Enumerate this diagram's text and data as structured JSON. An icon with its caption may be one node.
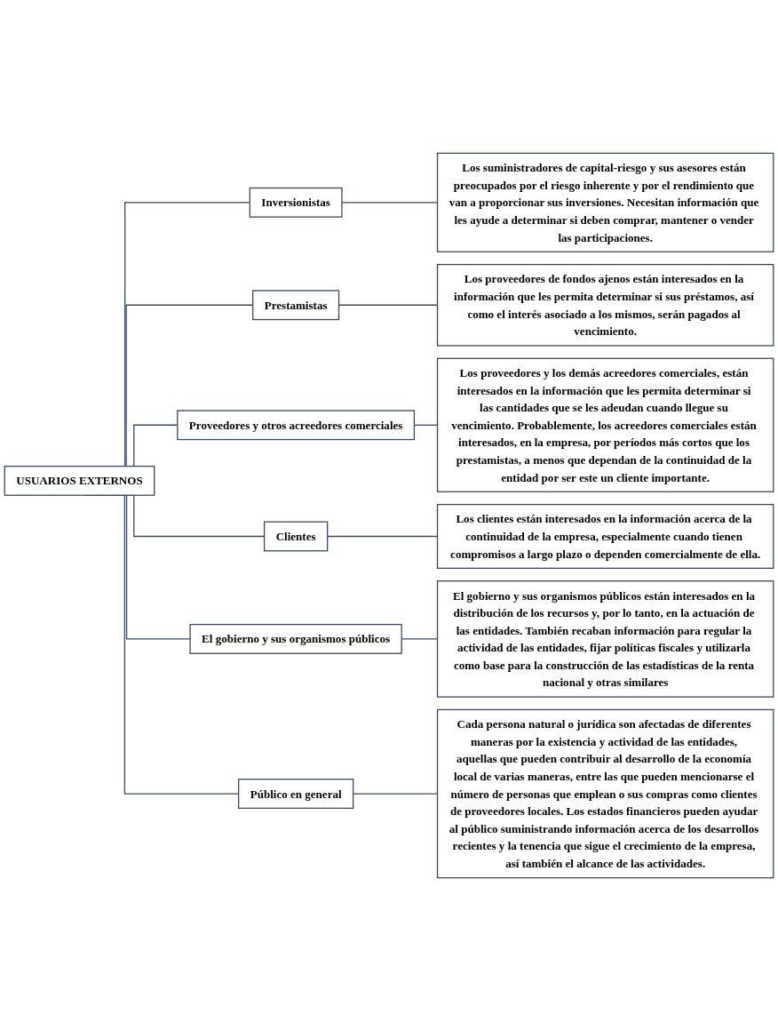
{
  "diagram": {
    "nodes": [
      {
        "text": [
          "USUARIOS EXTERNOS"
        ]
      },
      {
        "text": [
          "Inversionistas"
        ]
      },
      {
        "text": [
          "Los suministradores de capital-riesgo y sus asesores están preocupados por el riesgo inherente y por el rendimiento que van a proporcionar sus inversiones. Necesitan información que les ayude a determinar si deben comprar, mantener o vender las participaciones."
        ]
      },
      {
        "text": [
          "Prestamistas"
        ]
      },
      {
        "text": [
          "Los proveedores de fondos ajenos están interesados en la información que les permita determinar si sus préstamos, así como el interés asociado a los mismos, serán pagados al vencimiento."
        ]
      },
      {
        "text": [
          "Proveedores y otros acreedores comerciales"
        ]
      },
      {
        "text": [
          "Los proveedores y los demás acreedores comerciales, están interesados en la información que les permita determinar si las cantidades que se les adeudan cuando llegue su vencimiento. Probablemente, los acreedores comerciales están interesados, en la empresa, por períodos más cortos que los prestamistas, a menos que dependan de la continuidad de la entidad por ser este un cliente importante."
        ]
      },
      {
        "text": [
          "Clientes"
        ]
      },
      {
        "text": [
          "Los clientes están interesados en la información acerca de la continuidad de la empresa, especialmente cuando tienen compromisos a largo plazo o dependen comercialmente de ella."
        ]
      },
      {
        "text": [
          "El gobierno y sus organismos públicos"
        ]
      },
      {
        "text": [
          "El gobierno y sus organismos públicos están interesados en la distribución de los recursos y, por lo tanto, en la actuación de las entidades. También recaban información para regular la actividad de las entidades, fijar políticas fiscales y utilizarla como base para la construcción de las estadísticas de la renta nacional y otras similares"
        ]
      },
      {
        "text": [
          "Público en general"
        ]
      },
      {
        "text": [
          "Cada persona natural o jurídica son afectadas de diferentes maneras por la existencia y actividad de las entidades, aquellas que pueden contribuir al desarrollo de la economía local de varias maneras, entre las que pueden mencionarse el número de personas que emplean o sus compras como clientes de proveedores locales. Los estados financieros pueden ayudar al público suministrando información acerca de los desarrollos recientes y la tenencia que sigue el crecimiento de la empresa, así también el alcance de las actividades."
        ]
      }
    ],
    "edges": [
      {
        "from": 0,
        "to": 1,
        "arrow": "none"
      },
      {
        "from": 1,
        "to": 2,
        "arrow": "none"
      },
      {
        "from": 0,
        "to": 3,
        "arrow": "none"
      },
      {
        "from": 3,
        "to": 4,
        "arrow": "none"
      },
      {
        "from": 0,
        "to": 5,
        "arrow": "none"
      },
      {
        "from": 5,
        "to": 6,
        "arrow": "none"
      },
      {
        "from": 0,
        "to": 7,
        "arrow": "none"
      },
      {
        "from": 7,
        "to": 8,
        "arrow": "none"
      },
      {
        "from": 0,
        "to": 9,
        "arrow": "none"
      },
      {
        "from": 9,
        "to": 10,
        "arrow": "none"
      },
      {
        "from": 0,
        "to": 11,
        "arrow": "none"
      },
      {
        "from": 11,
        "to": 12,
        "arrow": "none"
      }
    ]
  }
}
